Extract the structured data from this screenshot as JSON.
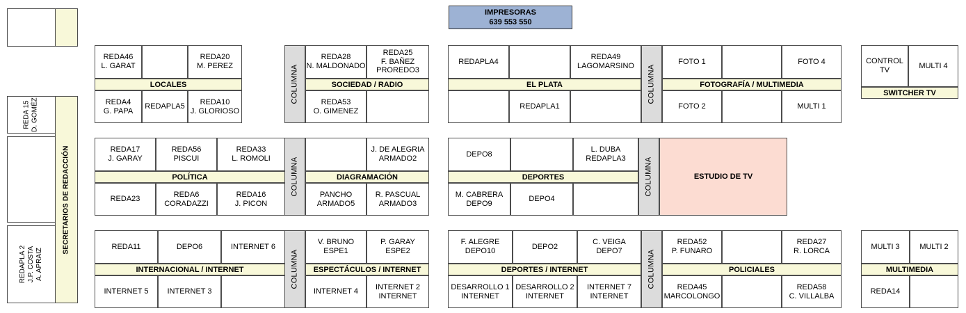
{
  "printers": {
    "title": "IMPRESORAS",
    "codes": "639   553   550",
    "color": "#9db2d4"
  },
  "colors": {
    "band": "#f8f8d9",
    "columna": "#dcdcdc",
    "studio": "#fcdcd2",
    "border": "#4d4d4d",
    "cell": "#ffffff"
  },
  "sidebar": {
    "top_box": {
      "cell_text": "",
      "band_text": ""
    },
    "label": "SECRETARIOS DE REDACCIÓN",
    "cells": [
      "REDA 15\nD. GOMÉZ",
      "",
      "REDAPLA 2\nJ.P. COSTA\nA. APRAIZ"
    ]
  },
  "columna_label": "COLUMNA",
  "studio": {
    "label": "ESTUDIO DE TV"
  },
  "blocks": [
    {
      "id": "locales-sociedad",
      "left": {
        "label": "LOCALES",
        "top": [
          "REDA46\nL. GARAT",
          "",
          "REDA20\nM. PEREZ"
        ],
        "bottom": [
          "REDA4\nG. PAPA",
          "REDAPLA5",
          "REDA10\nJ. GLORIOSO"
        ]
      },
      "right": {
        "label": "SOCIEDAD / RADIO",
        "top": [
          "REDA28\nN. MALDONADO",
          "REDA25\nF. BAÑEZ\nPROREDO3"
        ],
        "bottom": [
          "REDA53\nO. GIMENEZ",
          ""
        ]
      }
    },
    {
      "id": "elplata-fotografia",
      "left": {
        "label": "EL PLATA",
        "top": [
          "REDAPLA4",
          "",
          "REDA49\nLAGOMARSINO"
        ],
        "bottom": [
          "",
          "REDAPLA1",
          ""
        ]
      },
      "right": {
        "label": "FOTOGRAFÍA / MULTIMEDIA",
        "top": [
          "FOTO 1",
          "",
          "FOTO 4"
        ],
        "bottom": [
          "FOTO 2",
          "",
          "MULTI 1"
        ]
      }
    },
    {
      "id": "switcher-tv",
      "single": {
        "label": "SWITCHER TV",
        "top": [
          "CONTROL TV",
          "MULTI 4"
        ],
        "bottom": []
      }
    },
    {
      "id": "politica-diagramacion",
      "left": {
        "label": "POLÍTICA",
        "top": [
          "REDA17\nJ. GARAY",
          "REDA56\nPISCUI",
          "REDA33\nL. ROMOLI"
        ],
        "bottom": [
          "REDA23",
          "REDA6\nCORADAZZI",
          "REDA16\nJ. PICON"
        ]
      },
      "right": {
        "label": "DIAGRAMACIÓN",
        "top": [
          "",
          "J. DE ALEGRIA\nARMADO2"
        ],
        "bottom": [
          "PANCHO\nARMADO5",
          "R. PASCUAL\nARMADO3"
        ]
      }
    },
    {
      "id": "deportes",
      "left": {
        "label": "DEPORTES",
        "top": [
          "DEPO8",
          "",
          "L. DUBA\nREDAPLA3"
        ],
        "bottom": [
          "M. CABRERA\nDEPO9",
          "DEPO4",
          ""
        ]
      }
    },
    {
      "id": "internacional-espectaculos",
      "left": {
        "label": "INTERNACIONAL / INTERNET",
        "top": [
          "REDA11",
          "DEPO6",
          "INTERNET 6"
        ],
        "bottom": [
          "INTERNET 5",
          "INTERNET 3",
          ""
        ]
      },
      "right": {
        "label": "ESPECTÁCULOS / INTERNET",
        "top": [
          "V. BRUNO\nESPE1",
          "P. GARAY\nESPE2"
        ],
        "bottom": [
          "INTERNET 4",
          "INTERNET 2\nINTERNET"
        ]
      }
    },
    {
      "id": "deportes-internet-policiales",
      "left": {
        "label": "DEPORTES / INTERNET",
        "top": [
          "F. ALEGRE\nDEPO10",
          "DEPO2",
          "C. VEIGA\nDEPO7"
        ],
        "bottom": [
          "DESARROLLO 1\nINTERNET",
          "DESARROLLO 2\nINTERNET",
          "INTERNET 7\nINTERNET"
        ]
      },
      "right": {
        "label": "POLICIALES",
        "top": [
          "REDA52\nP. FUNARO",
          "",
          "REDA27\nR. LORCA"
        ],
        "bottom": [
          "REDA45\nMARCOLONGO",
          "",
          "REDA58\nC. VILLALBA"
        ]
      }
    },
    {
      "id": "multimedia",
      "single": {
        "label": "MULTIMEDIA",
        "top": [
          "MULTI 3",
          "MULTI 2"
        ],
        "bottom": [
          "REDA14",
          ""
        ]
      }
    }
  ]
}
